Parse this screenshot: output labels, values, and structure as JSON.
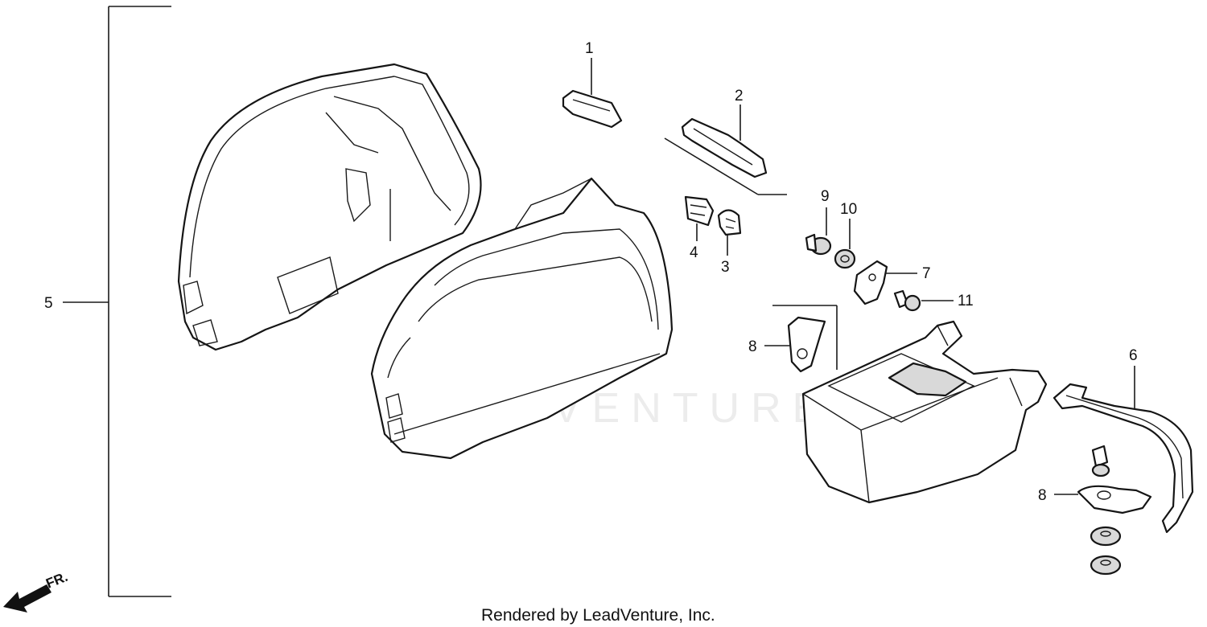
{
  "diagram": {
    "callouts": [
      {
        "id": "1",
        "label": "1"
      },
      {
        "id": "2",
        "label": "2"
      },
      {
        "id": "3",
        "label": "3"
      },
      {
        "id": "4",
        "label": "4"
      },
      {
        "id": "5",
        "label": "5"
      },
      {
        "id": "6",
        "label": "6"
      },
      {
        "id": "7",
        "label": "7"
      },
      {
        "id": "8a",
        "label": "8"
      },
      {
        "id": "8b",
        "label": "8"
      },
      {
        "id": "9",
        "label": "9"
      },
      {
        "id": "10",
        "label": "10"
      },
      {
        "id": "11",
        "label": "11"
      }
    ],
    "direction_label": "FR.",
    "watermark_text": "LEADVENTURE",
    "footer_credit": "Rendered by LeadVenture, Inc."
  }
}
